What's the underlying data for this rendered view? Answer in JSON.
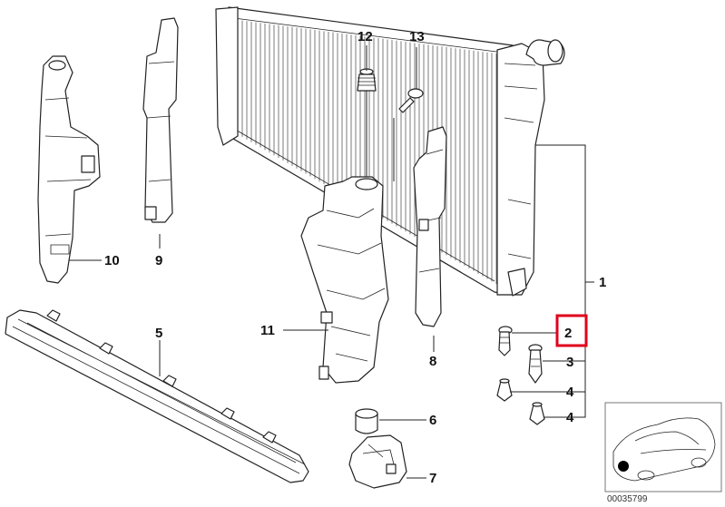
{
  "callouts": [
    "1",
    "2",
    "3",
    "4",
    "4",
    "5",
    "6",
    "7",
    "8",
    "9",
    "10",
    "11",
    "12",
    "13"
  ],
  "highlighted_callout": "2",
  "highlight_color": "#e0001b",
  "reference_number": "00035799",
  "thumbnail": "car-location-thumbnail"
}
